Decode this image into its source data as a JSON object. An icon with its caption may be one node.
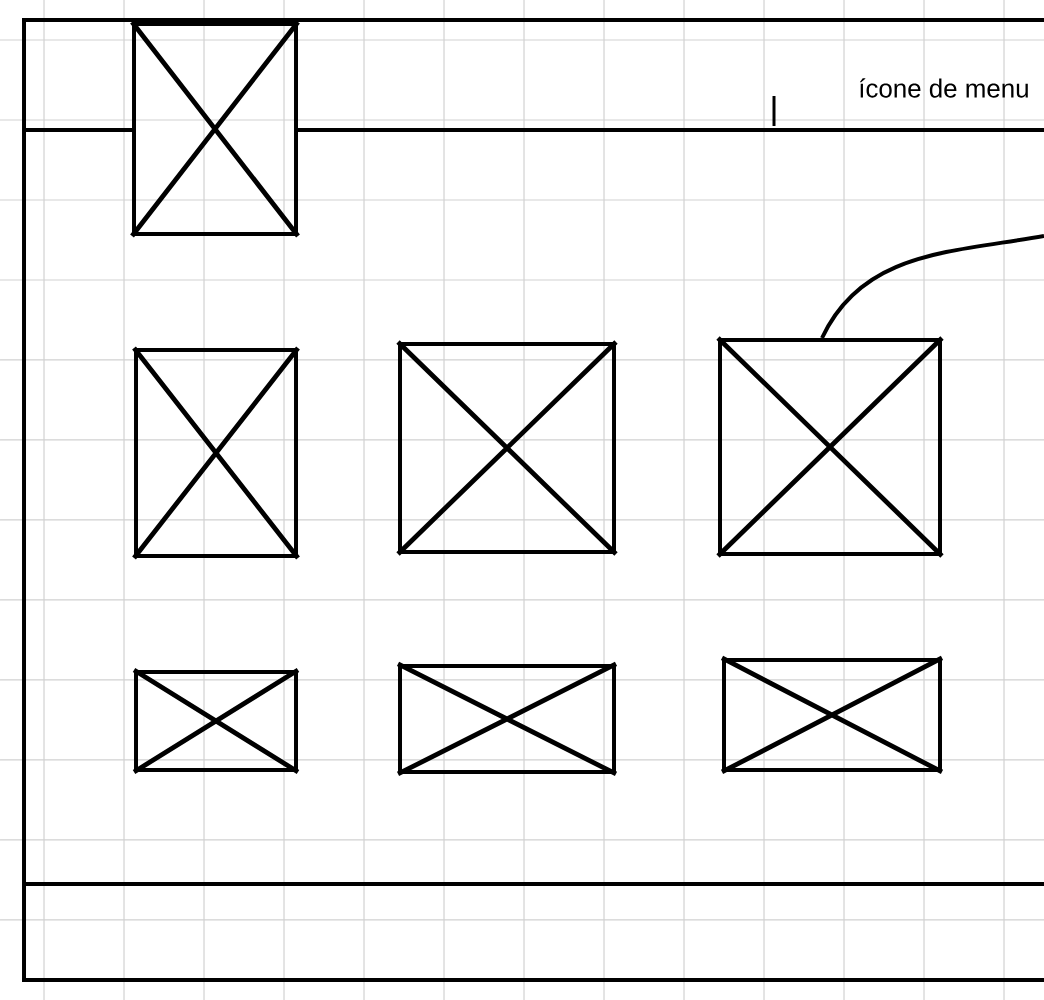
{
  "diagram": {
    "nodes": [
      {
        "text": [],
        "shape": "box"
      },
      {
        "text": [],
        "shape": "box"
      },
      {
        "text": [],
        "shape": "box"
      },
      {
        "text": [],
        "shape": "box"
      },
      {
        "text": [],
        "shape": "box"
      },
      {
        "text": [],
        "shape": "box"
      },
      {
        "text": [],
        "shape": "box"
      }
    ],
    "edges": [
      {
        "from": null,
        "to": 3,
        "arrow": "none"
      }
    ],
    "labels": [
      "ícone de menu"
    ]
  }
}
